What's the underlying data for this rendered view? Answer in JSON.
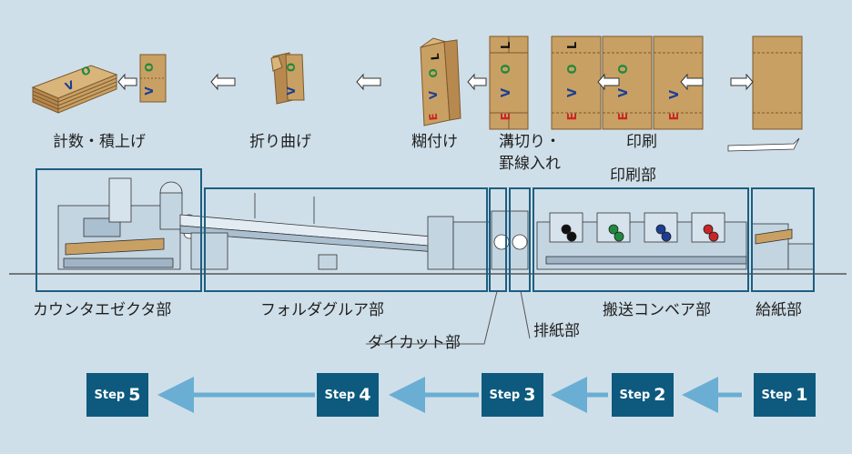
{
  "process_labels": {
    "counting": "計数・積上げ",
    "folding": "折り曲げ",
    "gluing": "糊付け",
    "slotting_line1": "溝切り・",
    "slotting_line2": "罫線入れ",
    "printing": "印刷"
  },
  "section_labels": {
    "printing_unit": "印刷部",
    "counter_ejector": "カウンタエゼクタ部",
    "folder_gluer": "フォルダグルア部",
    "die_cut": "ダイカット部",
    "delivery": "排紙部",
    "transfer_conveyor": "搬送コンベア部",
    "feeding": "給紙部"
  },
  "box_letters": [
    "E",
    "V",
    "O",
    "L"
  ],
  "steps": [
    {
      "word": "Step",
      "num": "5"
    },
    {
      "word": "Step",
      "num": "4"
    },
    {
      "word": "Step",
      "num": "3"
    },
    {
      "word": "Step",
      "num": "2"
    },
    {
      "word": "Step",
      "num": "1"
    }
  ],
  "colors": {
    "background": "#cfdfe9",
    "frame": "#1d5e80",
    "step_box": "#0d5a7e",
    "step_arrow": "#6aaed3",
    "cardboard": "#c9a063",
    "ink_black": "#111111",
    "ink_green": "#1f8a3c",
    "ink_blue": "#1c3f93",
    "ink_red": "#c92525"
  }
}
